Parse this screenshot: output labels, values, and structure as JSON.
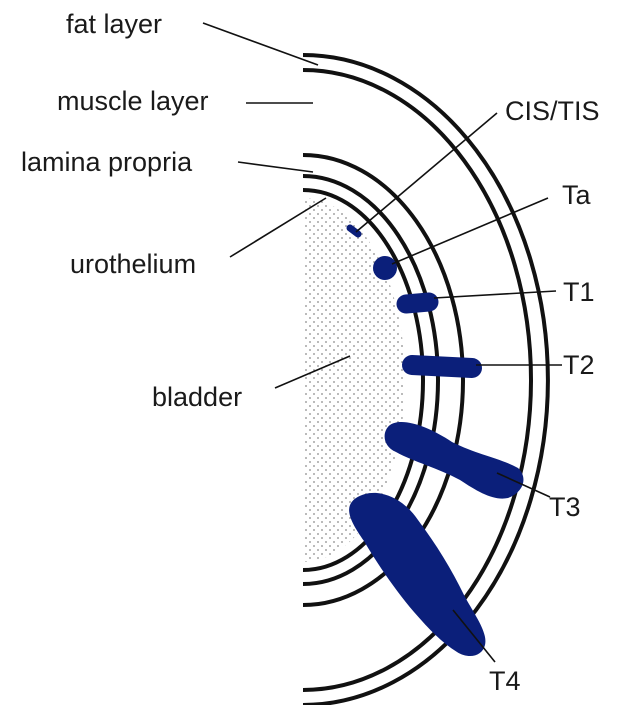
{
  "colors": {
    "tumor": "#0b1f7a",
    "line": "#111111",
    "bladder_dots": "#8a8a8a",
    "background": "#ffffff"
  },
  "layer_labels": {
    "fat": "fat layer",
    "muscle": "muscle layer",
    "lamina": "lamina propria",
    "urothelium": "urothelium",
    "bladder": "bladder"
  },
  "stage_labels": {
    "cis": "CIS/TIS",
    "ta": "Ta",
    "t1": "T1",
    "t2": "T2",
    "t3": "T3",
    "t4": "T4"
  }
}
